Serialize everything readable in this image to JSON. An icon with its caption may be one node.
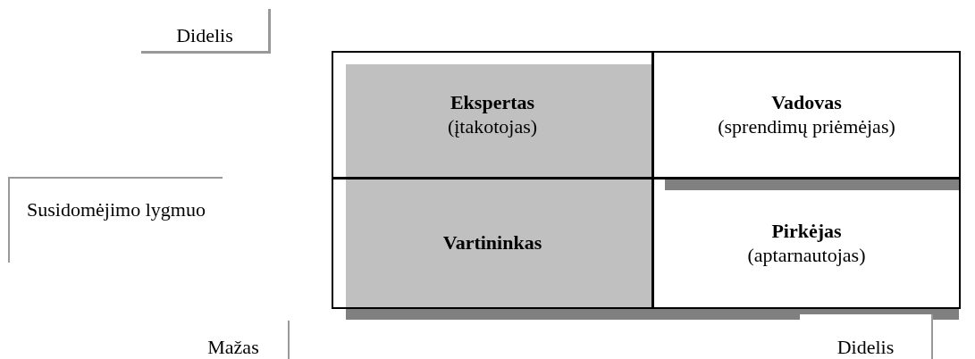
{
  "diagram": {
    "nodes": [
      {
        "text": [
          "Ekspertas",
          "(įtakotojas)"
        ]
      },
      {
        "text": [
          "Vadovas",
          "(sprendimų priėmėjas)"
        ]
      },
      {
        "text": [
          "Vartininkas"
        ]
      },
      {
        "text": [
          "Pirkėjas",
          "(aptarnautojas)"
        ]
      }
    ],
    "labels": [
      "Didelis",
      "Susidomėjimo lygmuo",
      "Mažas",
      "Didelis"
    ]
  }
}
